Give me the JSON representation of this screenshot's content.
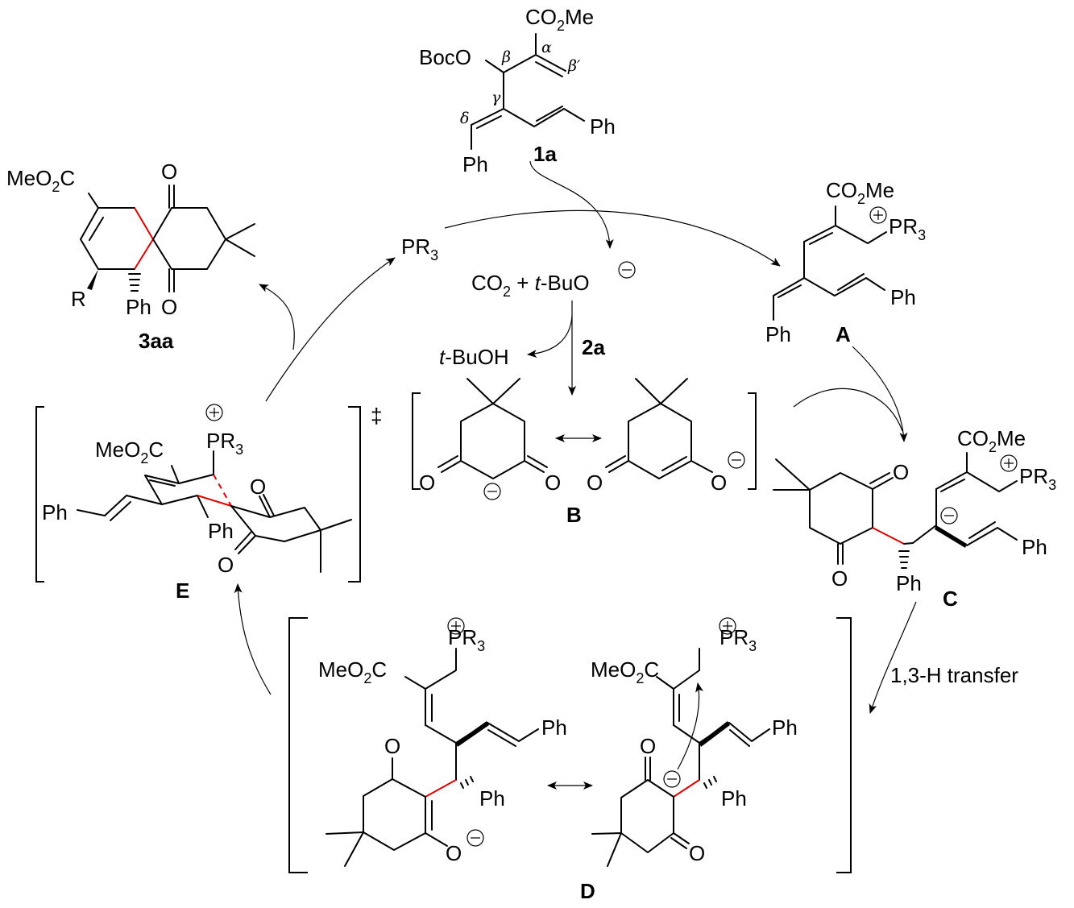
{
  "title": "Proposed catalytic cycle for phosphine-catalyzed spiroannulation",
  "colors": {
    "new_bond": "#e00000",
    "ink": "#000000"
  },
  "compounds": {
    "c1a": {
      "label": "1a",
      "groups": {
        "ester": "CO",
        "ester_sub": "2",
        "ester_tail": "Me",
        "boc": "BocO",
        "ph_right": "Ph",
        "ph_bottom": "Ph"
      },
      "positions": {
        "alpha": "α",
        "beta": "β",
        "beta_prime": "β′",
        "gamma": "γ",
        "delta": "δ"
      }
    },
    "c3aa": {
      "label": "3aa",
      "groups": {
        "ester_head": "MeO",
        "ester_sub": "2",
        "ester_tail": "C",
        "r": "R",
        "ph": "Ph",
        "o_top": "O",
        "o_bottom": "O"
      }
    },
    "A": {
      "label": "A",
      "groups": {
        "ester": "CO",
        "ester_sub": "2",
        "ester_tail": "Me",
        "p": "PR",
        "p_sub": "3",
        "ph_right": "Ph",
        "ph_bottom": "Ph"
      },
      "charges": {
        "p": "+"
      }
    },
    "B": {
      "label": "B",
      "resonance": [
        {
          "o_left": "O",
          "o_right": "O",
          "charge": "−",
          "charge_site": "carbon"
        },
        {
          "o_left": "O",
          "o_right": "O",
          "charge": "−",
          "charge_site": "oxygen"
        }
      ]
    },
    "C": {
      "label": "C",
      "groups": {
        "ester": "CO",
        "ester_sub": "2",
        "ester_tail": "Me",
        "p": "PR",
        "p_sub": "3",
        "ph_right": "Ph",
        "ph_bottom": "Ph",
        "o_top": "O",
        "o_bottom": "O"
      },
      "charges": {
        "p": "+",
        "carbanion": "−"
      }
    },
    "D": {
      "label": "D",
      "resonance": [
        {
          "ester_head": "MeO",
          "ester_sub": "2",
          "ester_tail": "C",
          "p": "PR",
          "p_sub": "3",
          "ph_vinyl": "Ph",
          "ph_benzyl": "Ph",
          "o_top": "O",
          "o_enolate": "O",
          "charges": {
            "p": "+",
            "o": "−"
          }
        },
        {
          "ester_head": "MeO",
          "ester_sub": "2",
          "ester_tail": "C",
          "p": "PR",
          "p_sub": "3",
          "ph_vinyl": "Ph",
          "ph_benzyl": "Ph",
          "o_top": "O",
          "o_bottom": "O",
          "charges": {
            "p": "+",
            "c": "−"
          }
        }
      ]
    },
    "E": {
      "label": "E",
      "ts_mark": "‡",
      "groups": {
        "ester_head": "MeO",
        "ester_sub": "2",
        "ester_tail": "C",
        "p": "PR",
        "p_sub": "3",
        "ph_vinyl": "Ph",
        "ph_ring": "Ph",
        "o_top": "O",
        "o_bottom": "O"
      },
      "charges": {
        "p": "+"
      }
    }
  },
  "reagents": {
    "catalyst": {
      "text": "PR",
      "sub": "3"
    },
    "byproducts": {
      "co2": "CO",
      "co2_sub": "2",
      "plus": " + ",
      "tbu_prefix": "t",
      "tbu_rest": "-BuO",
      "charge": "−"
    },
    "tbuoh": {
      "prefix": "t",
      "rest": "-BuOH"
    },
    "substrate2": "2a"
  },
  "steps": [
    {
      "from": "1a + PR3",
      "to": "A",
      "byproduct": "CO2 + t-BuO−"
    },
    {
      "from": "t-BuO− + 2a",
      "to": "B",
      "byproduct": "t-BuOH"
    },
    {
      "from": "A + B",
      "to": "C"
    },
    {
      "from": "C",
      "to": "D",
      "label": "1,3-H transfer"
    },
    {
      "from": "D",
      "to": "E"
    },
    {
      "from": "E",
      "to": "3aa",
      "release": "PR3"
    }
  ],
  "step_labels": {
    "h_transfer": "1,3-H transfer"
  }
}
